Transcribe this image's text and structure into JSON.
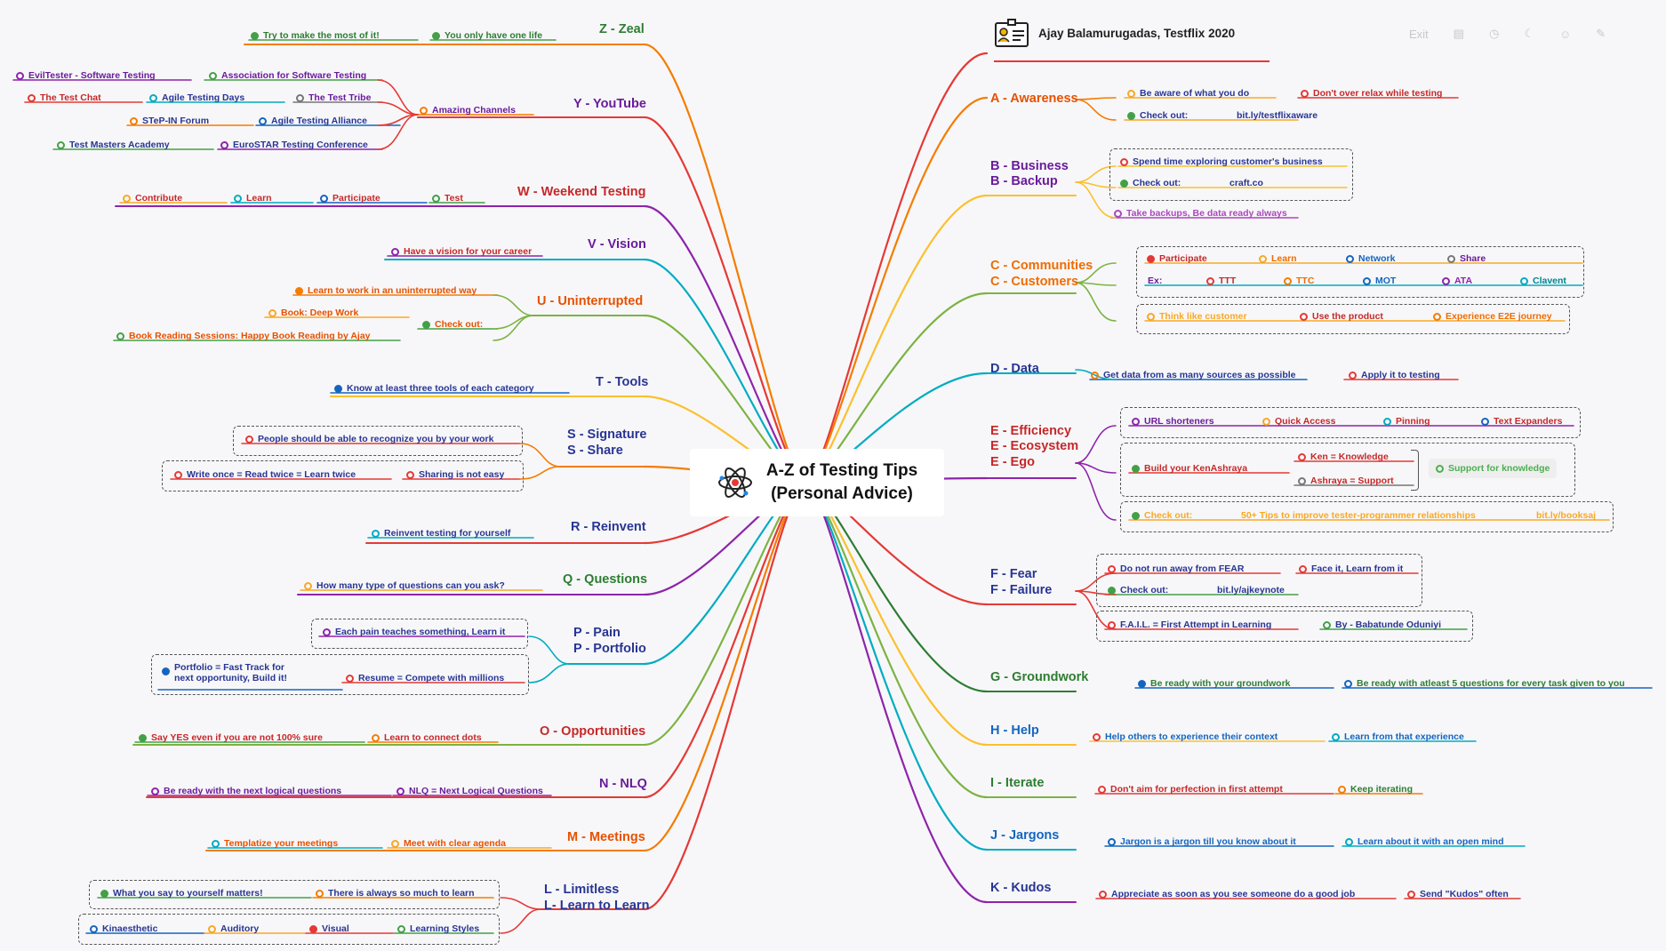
{
  "header": {
    "author": "Ajay Balamurugadas, Testflix 2020"
  },
  "central": {
    "line1": "A-Z of Testing Tips",
    "line2": "(Personal Advice)"
  },
  "toolbar": [
    {
      "name": "exit",
      "label": "Exit"
    },
    {
      "name": "outline-icon",
      "label": "▤"
    },
    {
      "name": "clock-icon",
      "label": "◷"
    },
    {
      "name": "moon-icon",
      "label": "☾"
    },
    {
      "name": "smiley-icon",
      "label": "☺"
    },
    {
      "name": "pin-icon",
      "label": "✎"
    }
  ],
  "colors": {
    "red": "#e53935",
    "orange": "#f57c00",
    "yellow": "#fbc02d",
    "green": "#7cb342",
    "darkgreen": "#2e7d32",
    "teal": "#00acc1",
    "blue": "#1565c0",
    "purple": "#7b1fa2",
    "navy": "#283593",
    "magenta": "#8e24aa"
  },
  "branches": {
    "A": {
      "l1": "A - Awareness",
      "color": "#e65100",
      "leaves": [
        "Be aware of what you do",
        "Don't over relax while testing",
        "Check out:",
        "bit.ly/testflixaware"
      ]
    },
    "B": {
      "l1": "B - Business",
      "l2": "B - Backup",
      "color": "#6a1b9a",
      "leaves": [
        "Spend time exploring customer's business",
        "Check out:",
        "craft.co",
        "Take backups, Be data ready always"
      ]
    },
    "C": {
      "l1": "C - Communities",
      "l2": "C - Customers",
      "color": "#ef6c00",
      "leaves": [
        "Participate",
        "Learn",
        "Network",
        "Share",
        "Ex:",
        "TTT",
        "TTC",
        "MOT",
        "ATA",
        "Clavent",
        "Think like customer",
        "Use the product",
        "Experience E2E journey"
      ]
    },
    "D": {
      "l1": "D - Data",
      "color": "#283593",
      "leaves": [
        "Get data from as many sources as possible",
        "Apply it to testing"
      ]
    },
    "E": {
      "l1": "E - Efficiency",
      "l2": "E - Ecosystem",
      "l3": "E - Ego",
      "color": "#c62828",
      "leaves": [
        "URL shorteners",
        "Quick Access",
        "Pinning",
        "Text Expanders",
        "Build your KenAshraya",
        "Ken = Knowledge",
        "Ashraya = Support",
        "Support for knowledge",
        "Check out:",
        "50+ Tips to improve tester-programmer relationships",
        "bit.ly/booksaj"
      ]
    },
    "F": {
      "l1": "F - Fear",
      "l2": "F - Failure",
      "color": "#283593",
      "leaves": [
        "Do not run away from FEAR",
        "Face it, Learn from it",
        "Check out:",
        "bit.ly/ajkeynote",
        "F.A.I.L. = First Attempt in Learning",
        "By - Babatunde Oduniyi"
      ]
    },
    "G": {
      "l1": "G - Groundwork",
      "color": "#2e7d32",
      "leaves": [
        "Be ready with your groundwork",
        "Be ready with atleast 5 questions for every task given to you"
      ]
    },
    "H": {
      "l1": "H - Help",
      "color": "#1565c0",
      "leaves": [
        "Help others to experience their context",
        "Learn from that experience"
      ]
    },
    "I": {
      "l1": "I - Iterate",
      "color": "#2e7d32",
      "leaves": [
        "Don't aim for perfection in first attempt",
        "Keep iterating"
      ]
    },
    "J": {
      "l1": "J - Jargons",
      "color": "#1565c0",
      "leaves": [
        "Jargon is a jargon till you know about it",
        "Learn about it with an open mind"
      ]
    },
    "K": {
      "l1": "K - Kudos",
      "color": "#283593",
      "leaves": [
        "Appreciate as soon as you see someone do a good job",
        "Send \"Kudos\" often"
      ]
    },
    "Z": {
      "l1": "Z - Zeal",
      "color": "#2e7d32",
      "leaves": [
        "Try to make the most of it!",
        "You only have one life"
      ]
    },
    "Y": {
      "l1": "Y - YouTube",
      "color": "#6a1b9a",
      "leaves": [
        "Amazing Channels",
        "EvilTester - Software Testing",
        "Association for Software Testing",
        "The Test Chat",
        "Agile Testing Days",
        "The Test Tribe",
        "STeP-IN Forum",
        "Agile Testing Alliance",
        "Test Masters Academy",
        "EuroSTAR Testing Conference"
      ]
    },
    "W": {
      "l1": "W - Weekend Testing",
      "color": "#c62828",
      "leaves": [
        "Contribute",
        "Learn",
        "Participate",
        "Test"
      ]
    },
    "V": {
      "l1": "V - Vision",
      "color": "#6a1b9a",
      "leaves": [
        "Have a vision for your career"
      ]
    },
    "U": {
      "l1": "U - Uninterrupted",
      "color": "#e65100",
      "leaves": [
        "Learn to work in an uninterrupted way",
        "Book: Deep Work",
        "Check out:",
        "Book Reading Sessions: Happy Book Reading by Ajay"
      ]
    },
    "T": {
      "l1": "T - Tools",
      "color": "#283593",
      "leaves": [
        "Know at least three tools of each category"
      ]
    },
    "S": {
      "l1": "S - Signature",
      "l2": "S - Share",
      "color": "#283593",
      "leaves": [
        "People should be able to recognize you by your work",
        "Write once = Read twice = Learn twice",
        "Sharing is not easy"
      ]
    },
    "R": {
      "l1": "R - Reinvent",
      "color": "#283593",
      "leaves": [
        "Reinvent testing for yourself"
      ]
    },
    "Q": {
      "l1": "Q - Questions",
      "color": "#2e7d32",
      "leaves": [
        "How many type of questions can you ask?"
      ]
    },
    "P": {
      "l1": "P - Pain",
      "l2": "P - Portfolio",
      "color": "#283593",
      "leaves": [
        "Each pain teaches something, Learn it",
        "Portfolio = Fast Track for",
        "next opportunity, Build it!",
        "Resume = Compete with millions"
      ]
    },
    "O": {
      "l1": "O - Opportunities",
      "color": "#c62828",
      "leaves": [
        "Say YES even if you are not 100% sure",
        "Learn to connect dots"
      ]
    },
    "N": {
      "l1": "N - NLQ",
      "color": "#6a1b9a",
      "leaves": [
        "Be ready with the next logical questions",
        "NLQ = Next Logical Questions"
      ]
    },
    "M": {
      "l1": "M - Meetings",
      "color": "#e65100",
      "leaves": [
        "Templatize your meetings",
        "Meet with clear agenda"
      ]
    },
    "L": {
      "l1": "L - Limitless",
      "l2": "L- Learn to Learn",
      "color": "#283593",
      "leaves": [
        "What you say to yourself matters!",
        "There is always so much to learn",
        "Kinaesthetic",
        "Auditory",
        "Visual",
        "Learning Styles"
      ]
    }
  }
}
